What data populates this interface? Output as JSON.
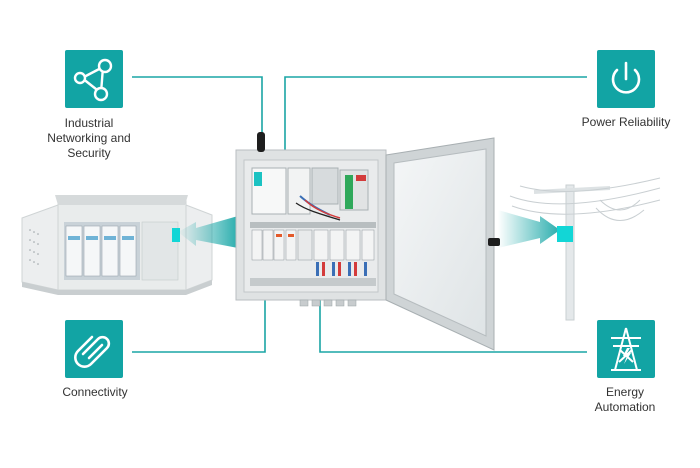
{
  "features": {
    "networking": {
      "label": "Industrial\nNetworking and\nSecurity",
      "icon": "network-nodes-icon"
    },
    "power": {
      "label": "Power Reliability",
      "icon": "power-button-icon"
    },
    "connectivity": {
      "label": "Connectivity",
      "icon": "paperclip-link-icon"
    },
    "energy": {
      "label": "Energy\nAutomation",
      "icon": "transmission-tower-icon"
    }
  },
  "colors": {
    "accent": "#12a4a4",
    "line": "#1aa5a5",
    "cabinet": "#dfe2e3",
    "text": "#333333"
  }
}
